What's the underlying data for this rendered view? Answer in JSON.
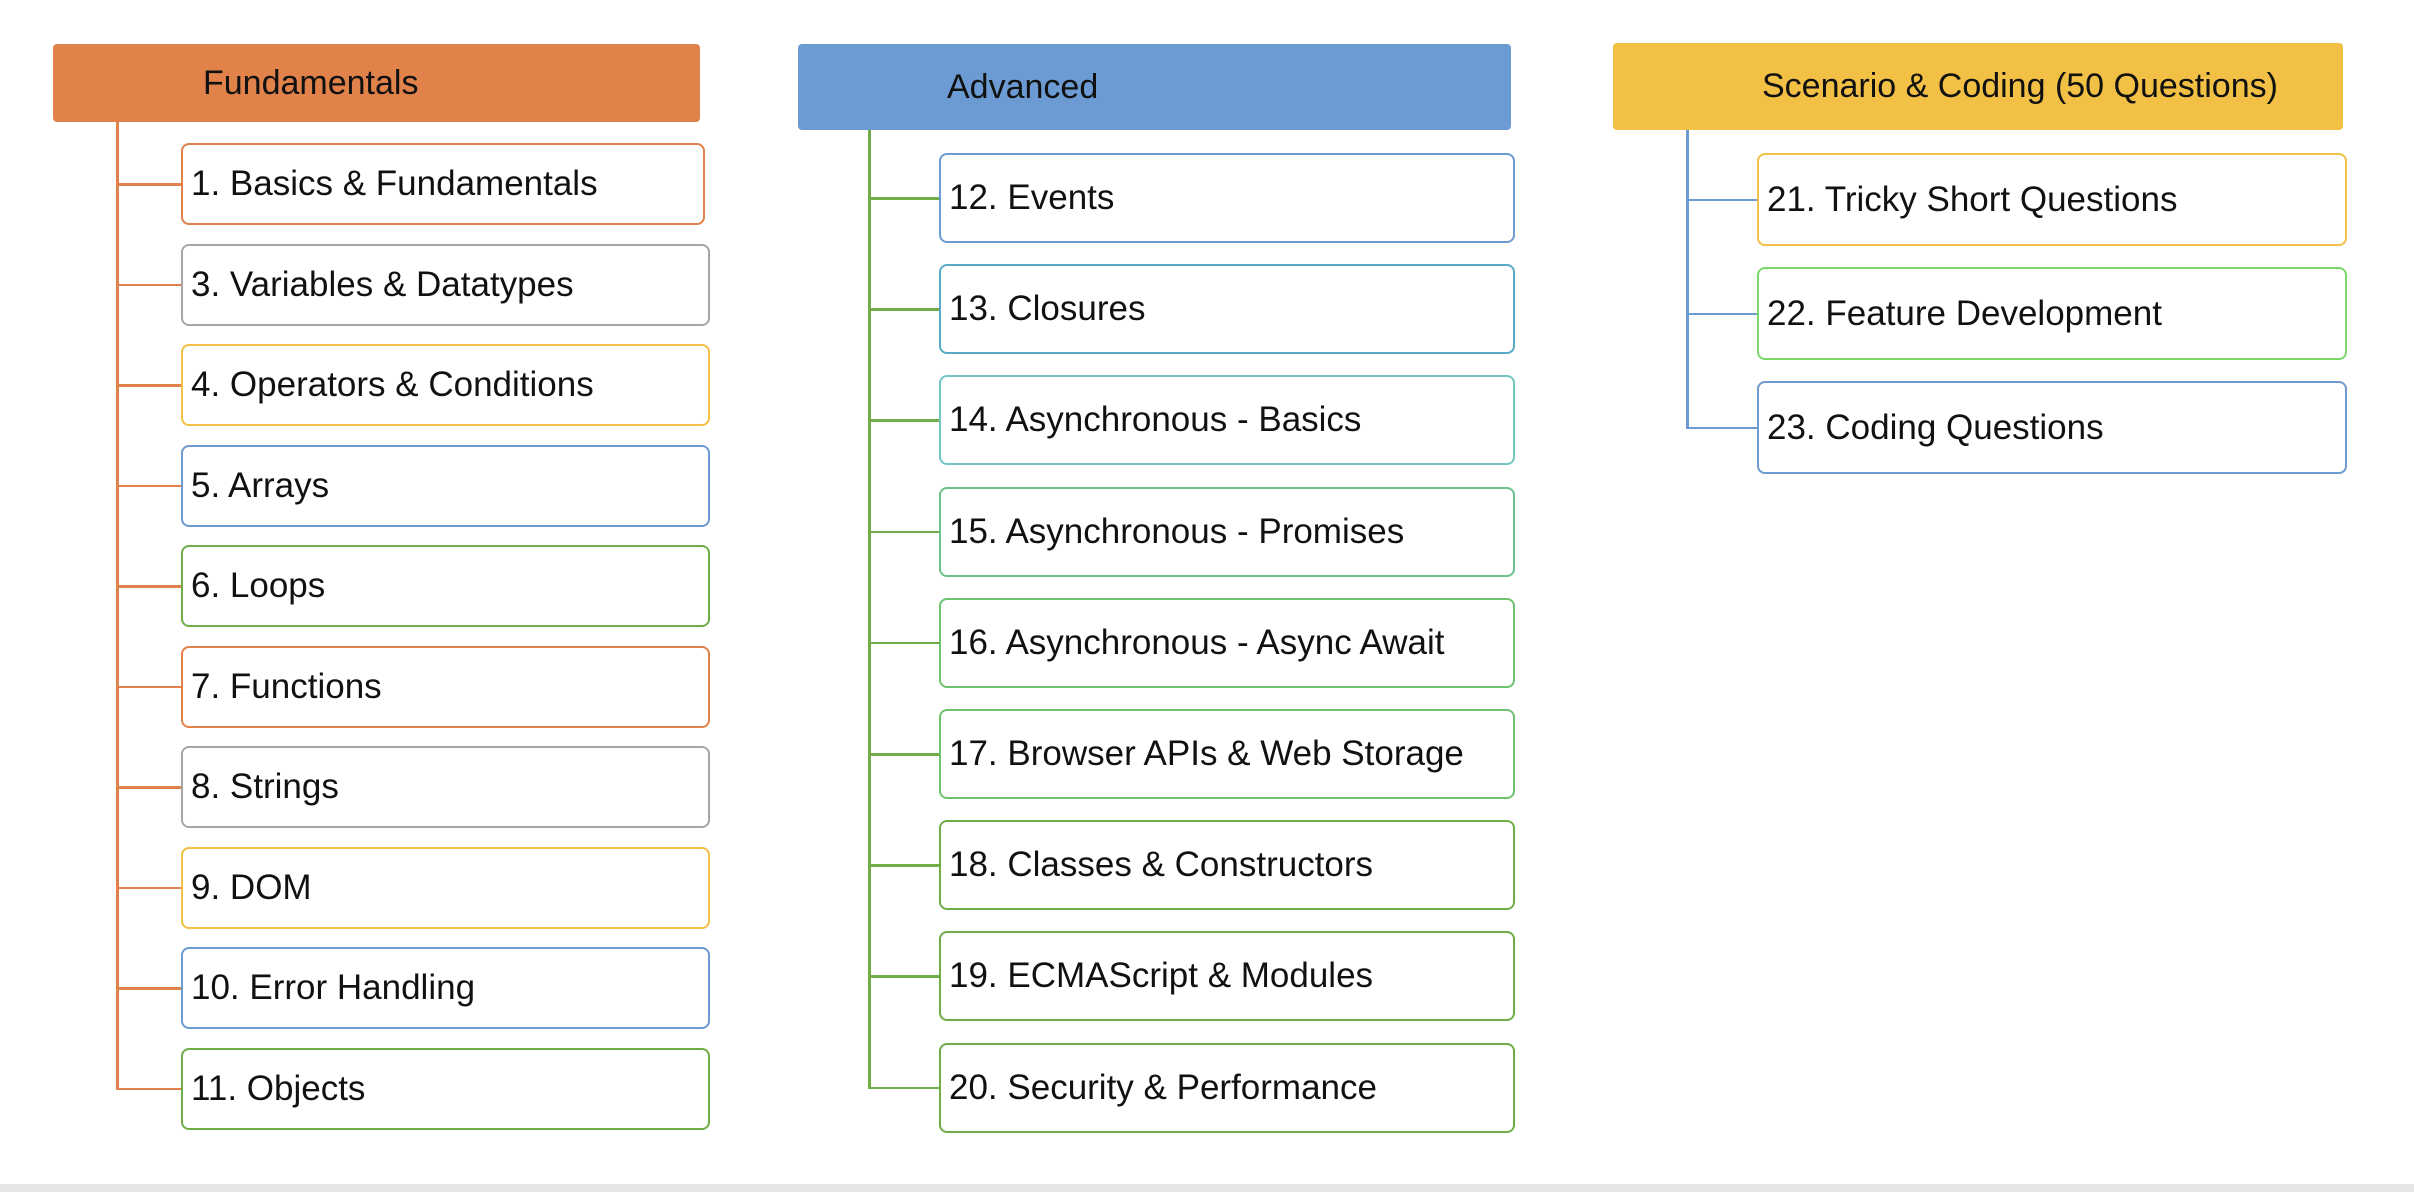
{
  "colors": {
    "orange": "#e0824a",
    "blue": "#6b9bd2",
    "gold": "#f2c044",
    "gray": "#a6a6a6",
    "green": "#70ad47",
    "teal": "#72c7c2",
    "light_green": "#6cc36c",
    "lime": "#7ad76a"
  },
  "columns": [
    {
      "title": "Fundamentals",
      "color": "#e0824a",
      "items": [
        {
          "label": "1. Basics & Fundamentals",
          "border": "#e0824a"
        },
        {
          "label": "3. Variables & Datatypes",
          "border": "#a6a6a6"
        },
        {
          "label": "4. Operators & Conditions",
          "border": "#f2c044"
        },
        {
          "label": "5. Arrays",
          "border": "#6b9bd2"
        },
        {
          "label": "6. Loops",
          "border": "#70ad47"
        },
        {
          "label": "7. Functions",
          "border": "#e0824a"
        },
        {
          "label": "8. Strings",
          "border": "#a6a6a6"
        },
        {
          "label": "9. DOM",
          "border": "#f2c044"
        },
        {
          "label": "10. Error Handling",
          "border": "#6b9bd2"
        },
        {
          "label": "11. Objects",
          "border": "#70ad47"
        }
      ]
    },
    {
      "title": "Advanced",
      "color": "#6b9bd2",
      "line_color": "#70ad47",
      "items": [
        {
          "label": "12. Events",
          "border": "#6b9bd2"
        },
        {
          "label": "13. Closures",
          "border": "#5aa9c9"
        },
        {
          "label": "14. Asynchronous - Basics",
          "border": "#72c7c2"
        },
        {
          "label": "15. Asynchronous - Promises",
          "border": "#6cc38c"
        },
        {
          "label": "16. Asynchronous - Async Await",
          "border": "#6cc36c"
        },
        {
          "label": "17. Browser APIs & Web Storage",
          "border": "#6cc36c"
        },
        {
          "label": "18. Classes & Constructors",
          "border": "#70ad47"
        },
        {
          "label": "19. ECMAScript & Modules",
          "border": "#70ad47"
        },
        {
          "label": "20. Security & Performance",
          "border": "#70ad47"
        }
      ]
    },
    {
      "title": "Scenario & Coding (50 Questions)",
      "color": "#f2c044",
      "line_color": "#6b9bd2",
      "items": [
        {
          "label": "21. Tricky Short Questions",
          "border": "#f2c044"
        },
        {
          "label": "22. Feature Development",
          "border": "#7ad76a"
        },
        {
          "label": "23. Coding Questions",
          "border": "#6b9bd2"
        }
      ]
    }
  ]
}
